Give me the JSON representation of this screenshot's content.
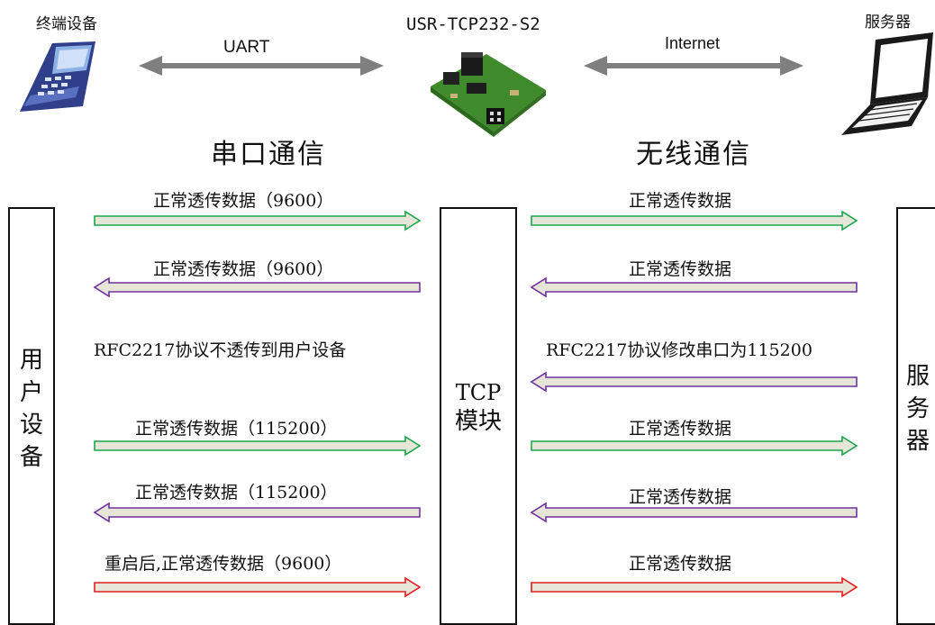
{
  "header": {
    "terminal_label": "终端设备",
    "module_name": "USR-TCP232-S2",
    "server_label": "服务器",
    "uart_label": "UART",
    "internet_label": "Internet"
  },
  "sections": {
    "left_title": "串口通信",
    "right_title": "无线通信"
  },
  "columns": {
    "user_device": [
      "用",
      "户",
      "设",
      "备"
    ],
    "tcp_module": [
      "TCP",
      "模块"
    ],
    "server": [
      "服",
      "务",
      "器"
    ]
  },
  "left_messages": [
    {
      "text": "正常透传数据（9600）",
      "dir": "right",
      "color": "green"
    },
    {
      "text": "正常透传数据（9600）",
      "dir": "left",
      "color": "purple"
    },
    {
      "text": "RFC2217协议不透传到用户设备",
      "dir": "none",
      "color": "none"
    },
    {
      "text": "正常透传数据（115200）",
      "dir": "right",
      "color": "green"
    },
    {
      "text": "正常透传数据（115200）",
      "dir": "left",
      "color": "purple"
    },
    {
      "text": "重启后,正常透传数据（9600）",
      "dir": "right",
      "color": "red"
    }
  ],
  "right_messages": [
    {
      "text": "正常透传数据",
      "dir": "right",
      "color": "green"
    },
    {
      "text": "正常透传数据",
      "dir": "left",
      "color": "purple"
    },
    {
      "text": "RFC2217协议修改串口为115200",
      "dir": "left",
      "color": "purple"
    },
    {
      "text": "正常透传数据",
      "dir": "right",
      "color": "green"
    },
    {
      "text": "正常透传数据",
      "dir": "left",
      "color": "purple"
    },
    {
      "text": "正常透传数据",
      "dir": "right",
      "color": "red"
    }
  ],
  "colors": {
    "green": "#1aa64a",
    "purple": "#7030a0",
    "red": "#e41c1c",
    "arrow_fill": "#e6e6d8",
    "link_arrow": "#7f7f7f"
  }
}
